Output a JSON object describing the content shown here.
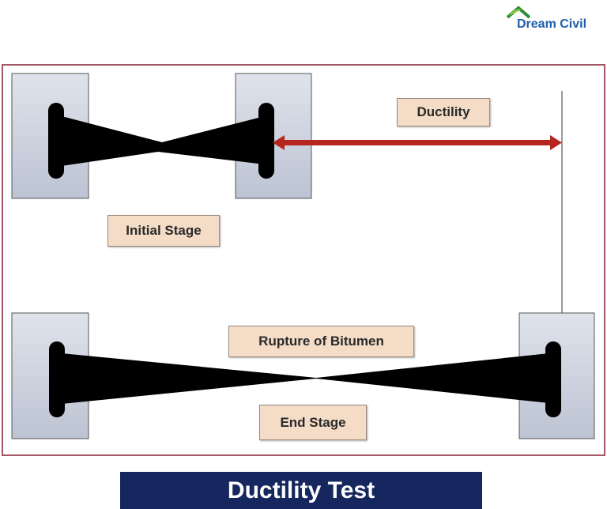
{
  "logo": {
    "text": "Dream Civil"
  },
  "labels": {
    "ductility": "Ductility",
    "initial_stage": "Initial Stage",
    "rupture": "Rupture of Bitumen",
    "end_stage": "End Stage"
  },
  "title": "Ductility Test",
  "colors": {
    "frame": "#a35666",
    "arrow": "#b5261e",
    "banner": "#16265e",
    "label_bg": "#f4dcc6"
  }
}
